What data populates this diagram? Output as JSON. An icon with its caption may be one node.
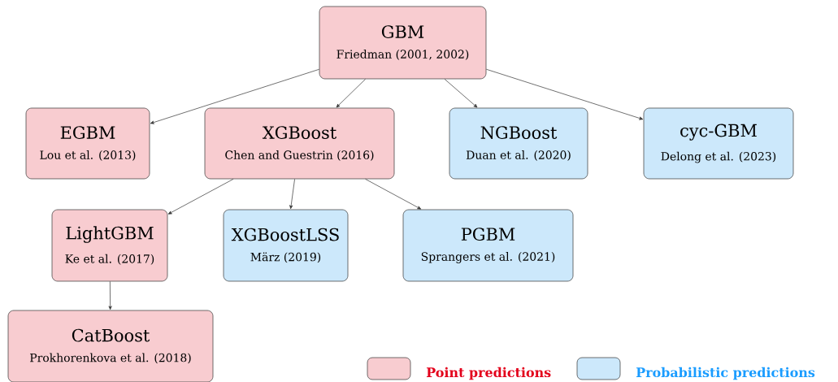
{
  "diagram": {
    "nodes": [
      {
        "text": [
          "GBM",
          "Friedman (2001, 2002)"
        ]
      },
      {
        "text": [
          "EGBM",
          "Lou et al. (2013)"
        ]
      },
      {
        "text": [
          "XGBoost",
          "Chen and Guestrin (2016)"
        ]
      },
      {
        "text": [
          "NGBoost",
          "Duan et al. (2020)"
        ]
      },
      {
        "text": [
          "cyc-GBM",
          "Delong et al. (2023)"
        ]
      },
      {
        "text": [
          "LightGBM",
          "Ke et al. (2017)"
        ]
      },
      {
        "text": [
          "XGBoostLSS",
          "März (2019)"
        ]
      },
      {
        "text": [
          "PGBM",
          "Sprangers et al. (2021)"
        ]
      },
      {
        "text": [
          "CatBoost",
          "Prokhorenkova et al. (2018)"
        ]
      }
    ],
    "edges": [
      {
        "from": 0,
        "to": 1,
        "arrow": "to"
      },
      {
        "from": 0,
        "to": 2,
        "arrow": "to"
      },
      {
        "from": 0,
        "to": 3,
        "arrow": "to"
      },
      {
        "from": 0,
        "to": 4,
        "arrow": "to"
      },
      {
        "from": 2,
        "to": 5,
        "arrow": "to"
      },
      {
        "from": 2,
        "to": 6,
        "arrow": "to"
      },
      {
        "from": 2,
        "to": 7,
        "arrow": "to"
      },
      {
        "from": 5,
        "to": 8,
        "arrow": "to"
      }
    ],
    "legend": [
      {
        "text": "Point predictions",
        "color": "#f8ccd0"
      },
      {
        "text": "Probabilistic predictions",
        "color": "#cce8fb"
      }
    ]
  }
}
